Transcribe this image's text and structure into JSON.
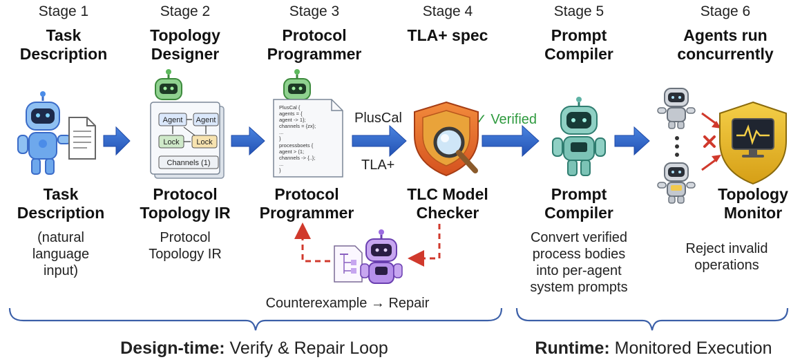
{
  "stages": [
    {
      "label": "Stage 1",
      "head": [
        "Task",
        "Description"
      ],
      "sub": [
        "Task",
        "Description"
      ],
      "desc": [
        "(natural",
        "language",
        "input)"
      ]
    },
    {
      "label": "Stage 2",
      "head": [
        "Topology",
        "Designer"
      ],
      "sub": [
        "Protocol",
        "Topology IR"
      ],
      "desc": [
        "Protocol",
        "Topology IR"
      ]
    },
    {
      "label": "Stage 3",
      "head": [
        "Protocol",
        "Programmer"
      ],
      "sub": [
        "Protocol",
        "Programmer"
      ],
      "desc": []
    },
    {
      "label": "Stage 4",
      "head": [
        "TLA+ spec"
      ],
      "sub": [
        "TLC Model",
        "Checker"
      ],
      "desc": []
    },
    {
      "label": "Stage 5",
      "head": [
        "Prompt",
        "Compiler"
      ],
      "sub": [
        "Prompt",
        "Compiler"
      ],
      "desc": [
        "Convert verified",
        "process bodies",
        "into per-agent",
        "system prompts"
      ]
    },
    {
      "label": "Stage 6",
      "head": [
        "Agents run",
        "concurrently"
      ],
      "sub": [
        "Topology",
        "Monitor"
      ],
      "desc": [
        "Reject invalid",
        "operations"
      ]
    }
  ],
  "topology_card": {
    "agent_a": "Agent",
    "agent_b": "Agent",
    "lock_a": "Lock",
    "lock_b": "Lock",
    "channels": "Channels (1)"
  },
  "code_card": {
    "lines": [
      "PlusCal {",
      "  agents = {",
      "    agent -> 1};",
      "    channels = {zx};",
      "    ...",
      "}",
      "processboets {",
      "  agent > (1;",
      "  channels -> {..};",
      "  ...",
      "}"
    ]
  },
  "arrow_labels": {
    "pluscal": "PlusCal",
    "tla": "TLA+",
    "verified": "✓ Verified"
  },
  "loop_label": "Counterexample → Repair",
  "phases": {
    "design": {
      "bold": "Design-time:",
      "rest": " Verify & Repair Loop"
    },
    "runtime": {
      "bold": "Runtime:",
      "rest": " Monitored Execution"
    }
  },
  "colors": {
    "arrow_blue": "#2f63c8",
    "brace_blue": "#3b5fa8",
    "repair_red": "#d0392c",
    "verified_green": "#2e9a3e",
    "shield_orange": "#e86a2a",
    "shield_gold": "#e0b320"
  },
  "icons": [
    "robot-blue-icon",
    "document-icon",
    "robot-green-icon",
    "code-document-icon",
    "shield-magnifier-icon",
    "robot-teal-icon",
    "robot-grey-icon",
    "robot-purple-icon",
    "monitor-shield-icon",
    "red-cross-icon"
  ]
}
